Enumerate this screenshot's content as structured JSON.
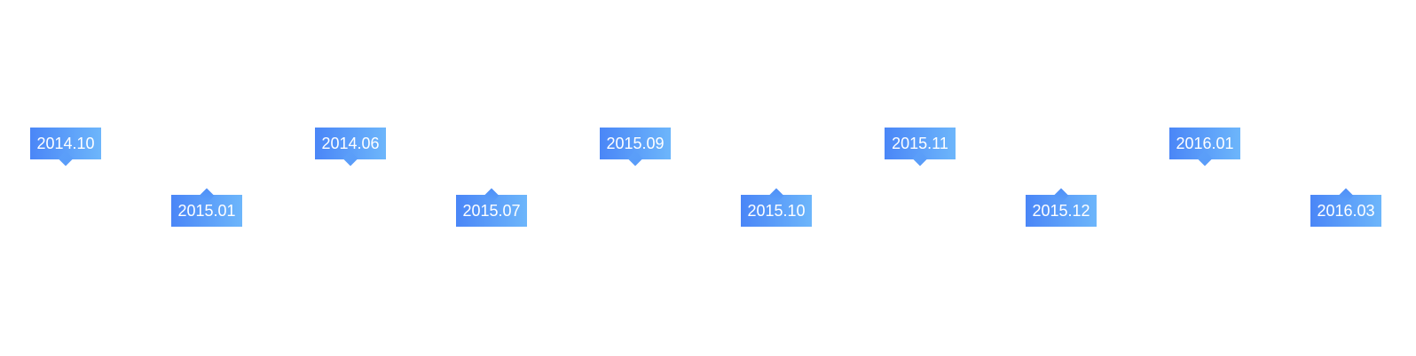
{
  "colors": {
    "gradient_start": "#4a86f7",
    "gradient_end": "#6db6fb",
    "text": "#ffffff",
    "background": "#ffffff"
  },
  "timeline": {
    "items": [
      {
        "label": "2014.10",
        "pointer": "down"
      },
      {
        "label": "2015.01",
        "pointer": "up"
      },
      {
        "label": "2014.06",
        "pointer": "down"
      },
      {
        "label": "2015.07",
        "pointer": "up"
      },
      {
        "label": "2015.09",
        "pointer": "down"
      },
      {
        "label": "2015.10",
        "pointer": "up"
      },
      {
        "label": "2015.11",
        "pointer": "down"
      },
      {
        "label": "2015.12",
        "pointer": "up"
      },
      {
        "label": "2016.01",
        "pointer": "down"
      },
      {
        "label": "2016.03",
        "pointer": "up"
      }
    ]
  }
}
